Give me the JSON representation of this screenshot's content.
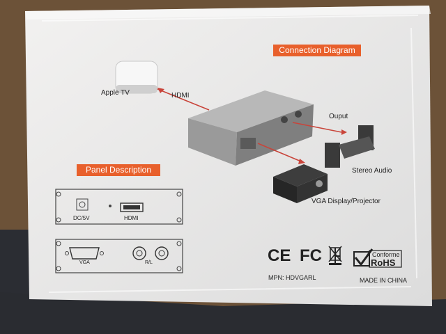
{
  "box": {
    "connection_title": "Connection Diagram",
    "panel_title": "Panel Description",
    "labels": {
      "apple_tv": "Apple TV",
      "hdmi_link": "HDMI",
      "output": "Ouput",
      "stereo_audio": "Stereo Audio",
      "vga_display": "VGA Display/Projector"
    },
    "front_panel": {
      "dc_label": "DC/5V",
      "hdmi_label": "HDMI"
    },
    "rear_panel": {
      "vga_label": "VGA",
      "rl_label": "R/L"
    },
    "marks": {
      "ce": "CE",
      "fc": "FC",
      "conforme": "Conforme",
      "rohs": "RoHS"
    },
    "mpn": "MPN: HDVGARL",
    "made_in": "MADE IN CHINA"
  },
  "colors": {
    "accent_orange": "#e8602c",
    "arrow_red": "#c9443a",
    "box_white": "#ecebea",
    "table_brown": "#6b5239",
    "floor_dark": "#2a2c31"
  }
}
